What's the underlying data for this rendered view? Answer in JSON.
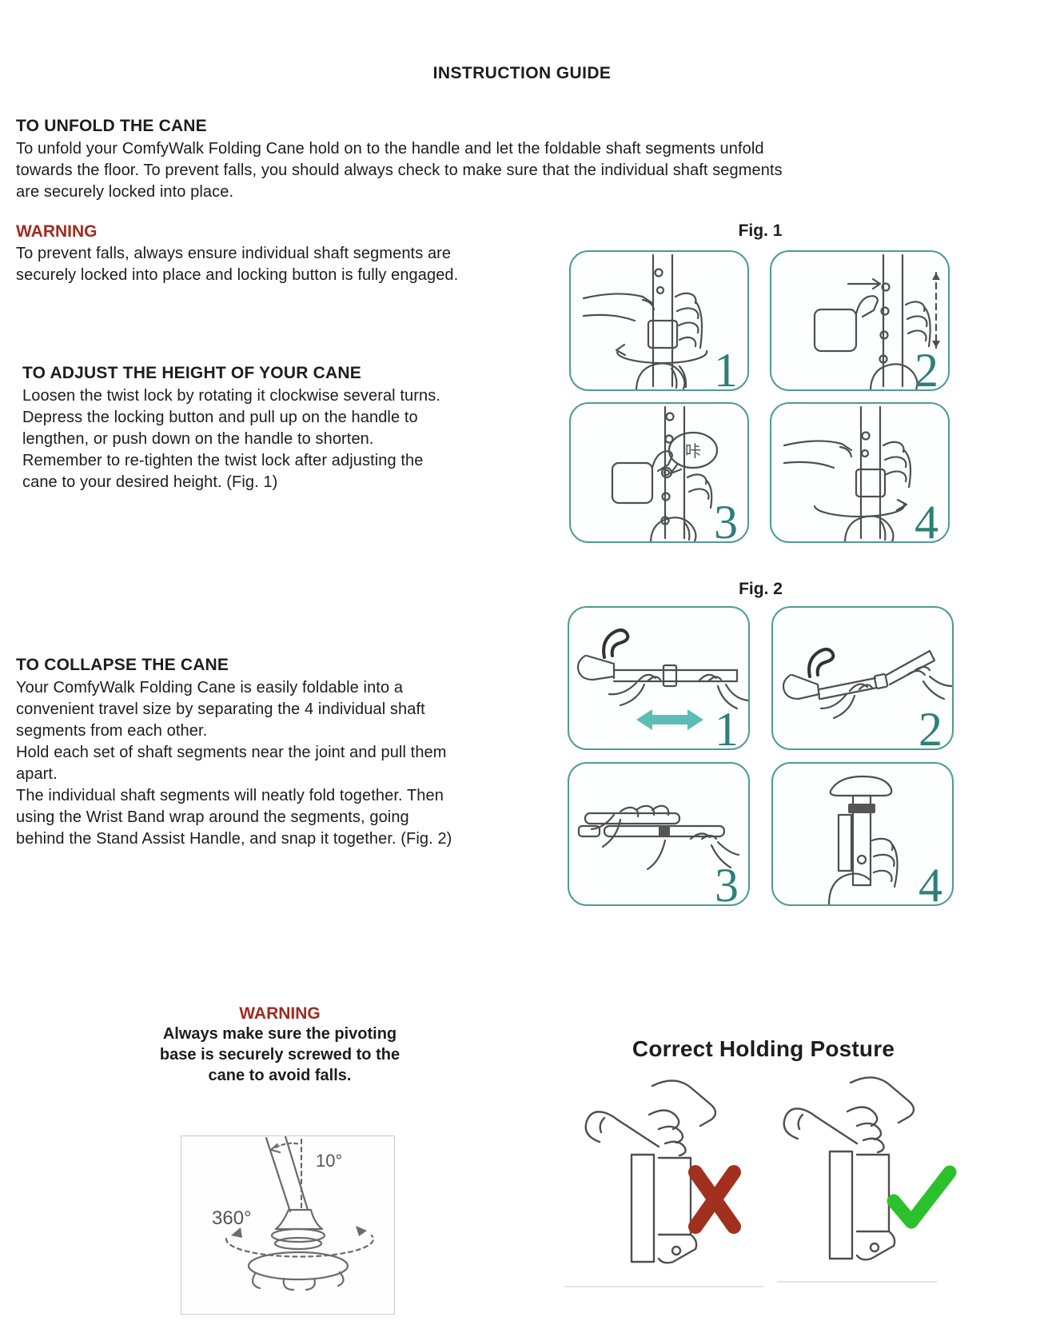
{
  "page": {
    "title": "INSTRUCTION GUIDE"
  },
  "sections": {
    "unfold": {
      "heading": "TO UNFOLD THE CANE",
      "body": "To unfold your ComfyWalk Folding Cane hold on to the handle and let the foldable shaft segments unfold\ntowards the floor. To prevent falls, you should always check to make sure that the individual shaft segments\nare securely locked into place."
    },
    "warning1": {
      "label": "WARNING",
      "body": "To prevent falls, always ensure individual shaft segments are\nsecurely locked into place and locking button is fully engaged."
    },
    "adjust": {
      "heading": "TO ADJUST THE HEIGHT OF YOUR CANE",
      "body": "Loosen the twist lock by rotating it clockwise several turns.\nDepress the locking button and pull up on the handle to\nlengthen, or push down on the handle to shorten.\nRemember to re-tighten the twist lock after adjusting the\ncane to your desired height. (Fig. 1)"
    },
    "collapse": {
      "heading": "TO COLLAPSE THE CANE",
      "body": "Your ComfyWalk Folding Cane is easily foldable into a\nconvenient travel size by separating the 4 individual shaft\nsegments from each other.\nHold each set of shaft segments near the joint and pull them\napart.\nThe individual shaft segments will neatly fold together.  Then\nusing the Wrist Band wrap around the segments, going\nbehind the Stand Assist Handle, and snap it together. (Fig. 2)"
    },
    "warning2": {
      "label": "WARNING",
      "body": "Always make sure the pivoting\nbase is securely screwed to the\ncane  to avoid falls."
    },
    "posture": {
      "heading": "Correct Holding Posture",
      "wrong_icon": "x-mark",
      "correct_icon": "check-mark"
    }
  },
  "figures": {
    "fig1": {
      "label": "Fig. 1",
      "panels": [
        "1",
        "2",
        "3",
        "4"
      ],
      "click_sound": "咔"
    },
    "fig2": {
      "label": "Fig. 2",
      "panels": [
        "1",
        "2",
        "3",
        "4"
      ]
    }
  },
  "pivot": {
    "rotation_label": "360°",
    "tilt_label": "10°"
  },
  "colors": {
    "warning_red": "#a02c1e",
    "panel_border_teal": "#4e9c94",
    "panel_number_teal": "#2e7f78",
    "arrow_teal": "#5cbcb6",
    "cross_red": "#a2301f",
    "check_green": "#2cc12c",
    "text": "#1d1d1d"
  }
}
